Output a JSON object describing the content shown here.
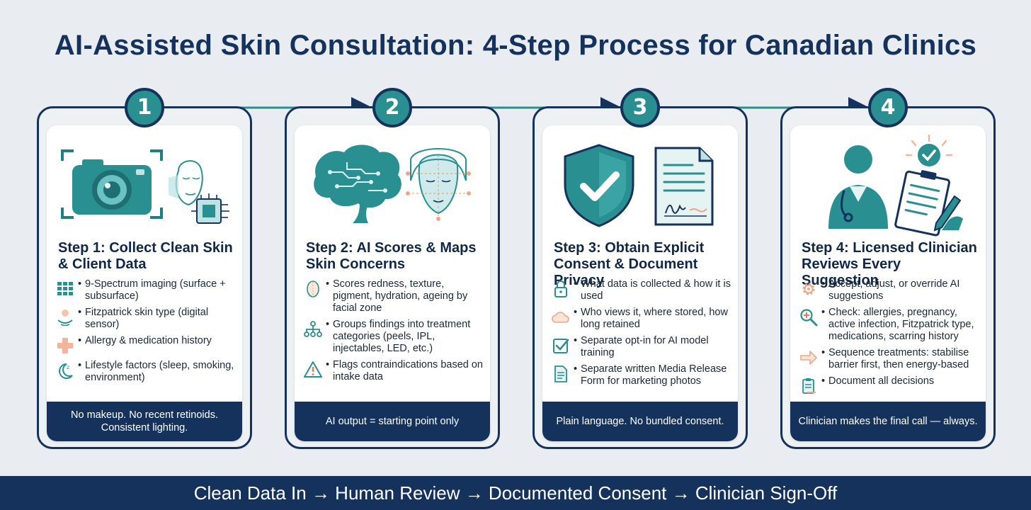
{
  "title": "AI-Assisted Skin Consultation: 4-Step Process for Canadian Clinics",
  "steps": [
    {
      "number": "1",
      "title": "Step 1: Collect Clean Skin & Client Data",
      "bullets": [
        {
          "icon": "grid-icon",
          "text": "9-Spectrum imaging (surface + subsurface)"
        },
        {
          "icon": "skin-sensor-icon",
          "text": "Fitzpatrick skin type (digital sensor)"
        },
        {
          "icon": "medical-cross-icon",
          "text": "Allergy & medication history"
        },
        {
          "icon": "moon-sleep-icon",
          "text": "Lifestyle factors (sleep, smoking, environment)"
        }
      ],
      "footer": "No makeup. No recent retinoids. Consistent lighting."
    },
    {
      "number": "2",
      "title": "Step 2: AI Scores & Maps Skin Concerns",
      "bullets": [
        {
          "icon": "face-zones-icon",
          "text": "Scores redness, texture, pigment, hydration, ageing by facial zone"
        },
        {
          "icon": "hierarchy-icon",
          "text": "Groups findings into treatment categories (peels, IPL, injectables, LED, etc.)"
        },
        {
          "icon": "warning-icon",
          "text": "Flags contraindications based on intake data"
        }
      ],
      "footer": "AI output = starting point only"
    },
    {
      "number": "3",
      "title": "Step 3: Obtain Explicit Consent & Document Privacy",
      "bullets": [
        {
          "icon": "lock-icon",
          "text": "What data is collected & how it is used"
        },
        {
          "icon": "cloud-icon",
          "text": "Who views it, where stored, how long retained"
        },
        {
          "icon": "checkbox-icon",
          "text": "Separate opt-in for AI model training"
        },
        {
          "icon": "document-icon",
          "text": "Separate written Media Release Form for marketing photos"
        }
      ],
      "footer": "Plain language. No bundled consent."
    },
    {
      "number": "4",
      "title": "Step 4: Licensed Clinician Reviews Every Suggestion",
      "bullets": [
        {
          "icon": "gear-icon",
          "text": "Accept, adjust, or override AI suggestions"
        },
        {
          "icon": "magnifier-plus-icon",
          "text": "Check: allergies, pregnancy, active infection, Fitzpatrick type, medications, scarring history"
        },
        {
          "icon": "arrow-right-icon",
          "text": "Sequence treatments: stabilise barrier first, then energy-based"
        },
        {
          "icon": "clipboard-doc-icon",
          "text": "Document all decisions"
        }
      ],
      "footer": "Clinician makes the final call — always."
    }
  ],
  "bottom_banner": "Clean Data In → Human Review → Documented Consent → Clinician Sign-Off",
  "colors": {
    "navy": "#14325c",
    "teal": "#2a8f90",
    "background": "#e9edf2"
  }
}
